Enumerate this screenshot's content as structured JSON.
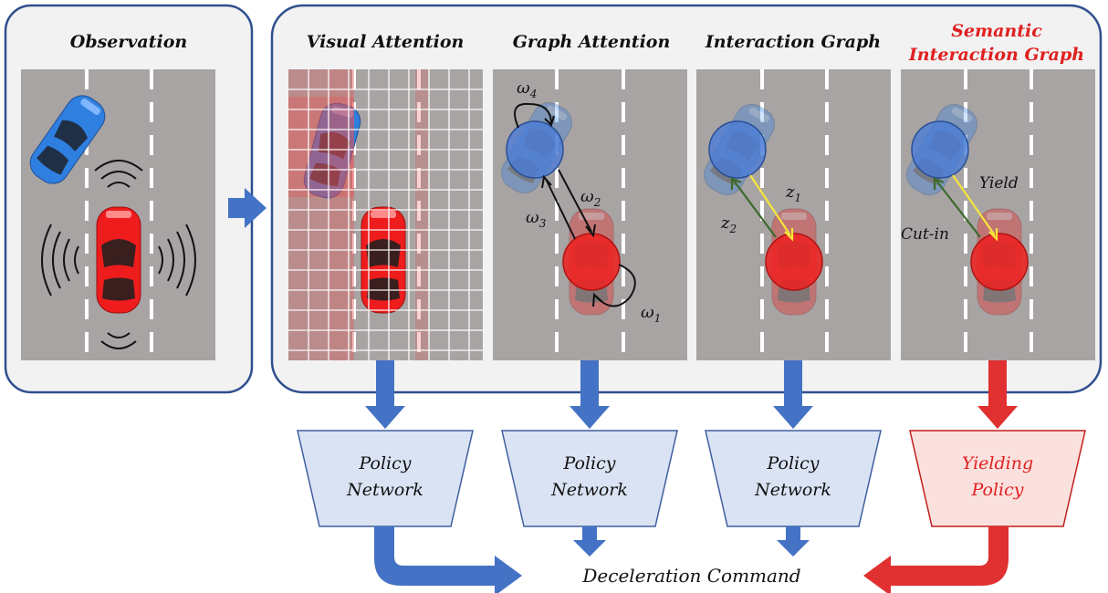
{
  "panels": {
    "observation": {
      "title": "Observation"
    },
    "visual_attention": {
      "title": "Visual Attention"
    },
    "graph_attention": {
      "title": "Graph Attention"
    },
    "interaction_graph": {
      "title": "Interaction Graph"
    },
    "semantic_graph": {
      "title_line1": "Semantic",
      "title_line2": "Interaction Graph"
    }
  },
  "graph_attention": {
    "w": "ω",
    "w1_sub": "1",
    "w2_sub": "2",
    "w3_sub": "3",
    "w4_sub": "4"
  },
  "interaction_graph": {
    "z": "z",
    "z1_sub": "1",
    "z2_sub": "2"
  },
  "semantic_graph": {
    "yield_label": "Yield",
    "cutin_label": "Cut-in"
  },
  "policies": [
    {
      "line1": "Policy",
      "line2": "Network"
    },
    {
      "line1": "Policy",
      "line2": "Network"
    },
    {
      "line1": "Policy",
      "line2": "Network"
    },
    {
      "line1": "Yielding",
      "line2": "Policy"
    }
  ],
  "output": {
    "label": "Deceleration Command"
  },
  "colors": {
    "blue_arrow": "#4472c4",
    "red_arrow": "#e03030",
    "blue_trap_fill": "#dae3f3",
    "red_trap_fill": "#fbe1de",
    "panel_fill": "#f2f2f2",
    "panel_border": "#2f4f8f",
    "road": "#a8a4a4",
    "red_text": "#e02020"
  }
}
